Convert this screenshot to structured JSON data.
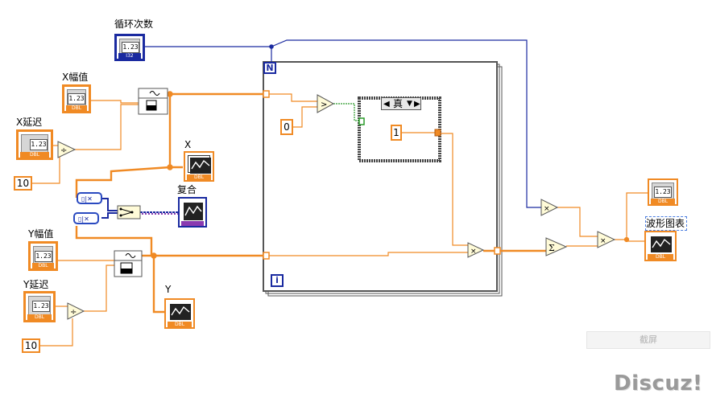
{
  "labels": {
    "loop_count": "循环次数",
    "x_amp": "X幅值",
    "x_delay": "X延迟",
    "y_amp": "Y幅值",
    "y_delay": "Y延迟",
    "x_graph": "X",
    "y_graph": "Y",
    "xy_graph": "复合",
    "waveform_chart": "波形图表"
  },
  "constants": {
    "x_divisor": "10",
    "y_divisor": "10",
    "compare_zero": "0",
    "case_one": "1"
  },
  "terminals": {
    "numeric_text": "1.23",
    "dbl_tag": "DBL",
    "i32_tag": "I32"
  },
  "structures": {
    "loop_count_terminal": "N",
    "iteration_terminal": "i",
    "case_selector_value": "真"
  },
  "toolbar": {
    "screenshot_label": "截屏"
  },
  "watermark": {
    "text": "Discuz!"
  },
  "colors": {
    "dbl_wire": "#f08a24",
    "i32_wire": "#1a2aa0",
    "bool_wire": "#2a9a2a",
    "cluster_wire": "#8a3ab0",
    "structure_border": "#555555"
  }
}
